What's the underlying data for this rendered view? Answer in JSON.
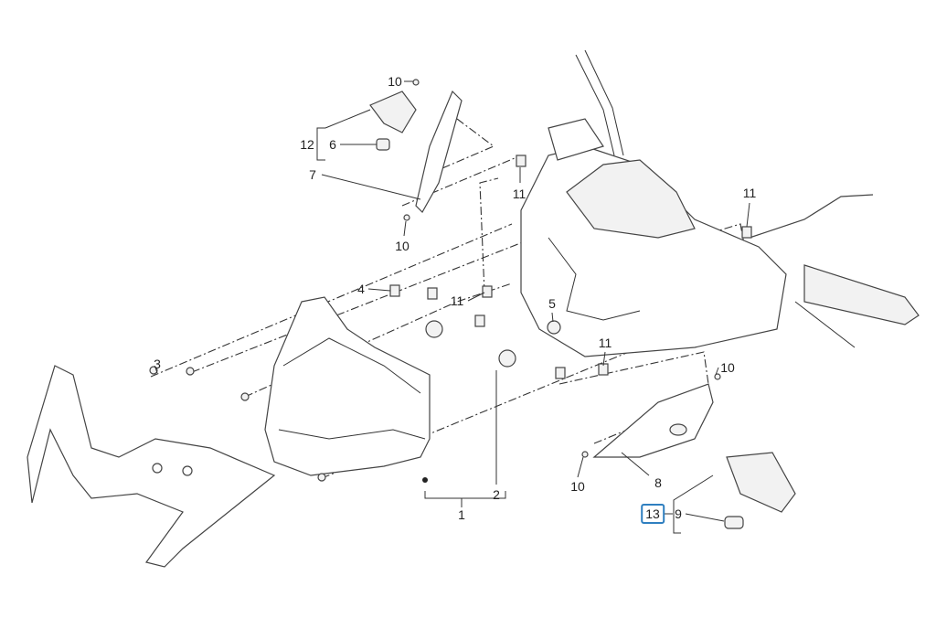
{
  "diagram": {
    "title": "Exploded parts diagram - headlamp, turn indicators and handlebar cover",
    "highlight_color": "#2f7fc0",
    "callouts": [
      {
        "id": "c10a",
        "text": "10"
      },
      {
        "id": "c12",
        "text": "12"
      },
      {
        "id": "c6",
        "text": "6"
      },
      {
        "id": "c7",
        "text": "7"
      },
      {
        "id": "c10b",
        "text": "10"
      },
      {
        "id": "c11a",
        "text": "11"
      },
      {
        "id": "c11b",
        "text": "11"
      },
      {
        "id": "c4",
        "text": "4"
      },
      {
        "id": "c11c",
        "text": "11"
      },
      {
        "id": "c5",
        "text": "5"
      },
      {
        "id": "c11d",
        "text": "11"
      },
      {
        "id": "c3",
        "text": "3"
      },
      {
        "id": "c10c",
        "text": "10"
      },
      {
        "id": "c2",
        "text": "2"
      },
      {
        "id": "c1",
        "text": "1"
      },
      {
        "id": "c8",
        "text": "8"
      },
      {
        "id": "c10d",
        "text": "10"
      },
      {
        "id": "c13",
        "text": "13",
        "highlighted": true
      },
      {
        "id": "c9",
        "text": "9"
      }
    ]
  }
}
